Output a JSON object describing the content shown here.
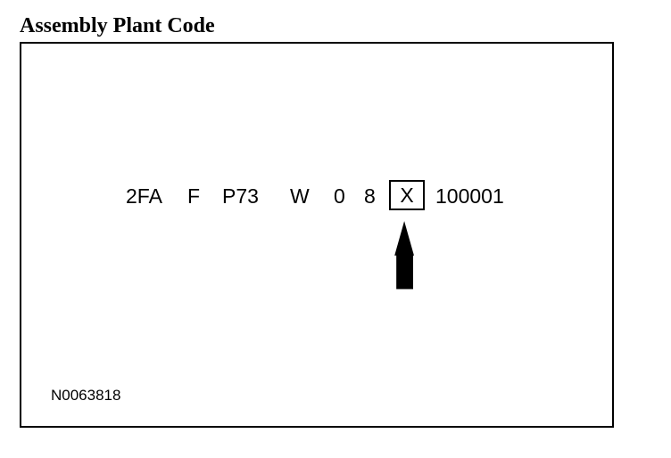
{
  "title": "Assembly Plant Code",
  "vin_segments": {
    "wmi": "2FA",
    "restraint": "F",
    "line_series_body": "P73",
    "engine": "W",
    "check_digit": "0",
    "model_year": "8",
    "assembly_plant": "X",
    "serial": "100001"
  },
  "highlighted_segment": "assembly_plant",
  "pointer_icon": "up-arrow-icon",
  "figure_number": "N0063818",
  "colors": {
    "foreground": "#000000",
    "background": "#ffffff"
  }
}
